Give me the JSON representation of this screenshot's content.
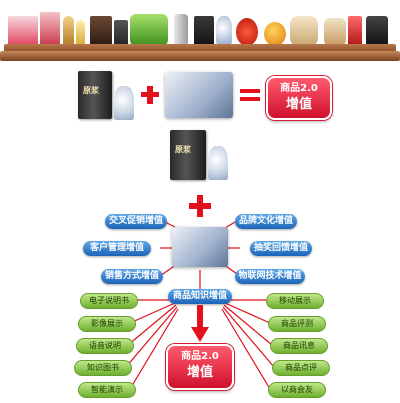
{
  "equation": {
    "badge_top": {
      "line1": "商品2.0",
      "line2": "增值"
    },
    "box_text": "原浆"
  },
  "middle": {
    "box_text": "原浆"
  },
  "hub": {
    "blue_left": [
      "交叉促销增值",
      "客户管理增值",
      "销售方式增值"
    ],
    "blue_right": [
      "品牌文化增值",
      "抽奖回馈增值",
      "物联网技术增值"
    ],
    "center_label": "商品知识增值",
    "green_left": [
      "电子说明书",
      "影像展示",
      "语音说明",
      "知识图书",
      "智能演示"
    ],
    "green_right": [
      "移动展示",
      "商品评测",
      "商品讯息",
      "商品点评",
      "以商会友"
    ]
  },
  "badge_bottom": {
    "line1": "商品2.0",
    "line2": "增值"
  },
  "colors": {
    "plus": "#e3101d",
    "blue": "#1c64b8",
    "green": "#6fb02f",
    "arrow": "#e3101d"
  }
}
